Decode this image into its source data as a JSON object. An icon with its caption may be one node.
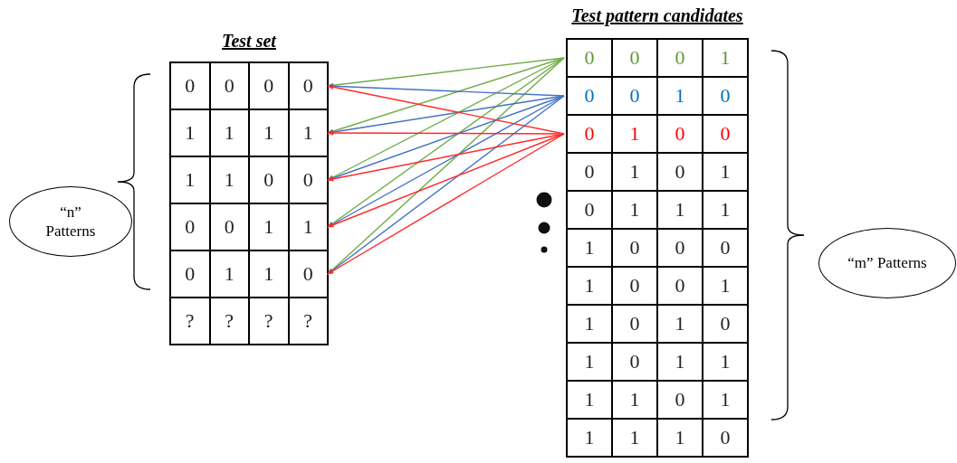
{
  "diagram": {
    "nodes": [
      {
        "text": [
          "Test set"
        ]
      },
      {
        "text": [
          "0",
          "0",
          "0",
          "0"
        ],
        "in": 0
      },
      {
        "text": [
          "1",
          "1",
          "1",
          "1"
        ],
        "in": 0
      },
      {
        "text": [
          "1",
          "1",
          "0",
          "0"
        ],
        "in": 0
      },
      {
        "text": [
          "0",
          "0",
          "1",
          "1"
        ],
        "in": 0
      },
      {
        "text": [
          "0",
          "1",
          "1",
          "0"
        ],
        "in": 0
      },
      {
        "text": [
          "?",
          "?",
          "?",
          "?"
        ],
        "in": 0
      },
      {
        "text": [
          "Test pattern candidates"
        ]
      },
      {
        "text": [
          "0",
          "0",
          "0",
          "1"
        ],
        "in": 7
      },
      {
        "text": [
          "0",
          "0",
          "1",
          "0"
        ],
        "in": 7
      },
      {
        "text": [
          "0",
          "1",
          "0",
          "0"
        ],
        "in": 7
      },
      {
        "text": [
          "0",
          "1",
          "0",
          "1"
        ],
        "in": 7
      },
      {
        "text": [
          "0",
          "1",
          "1",
          "1"
        ],
        "in": 7
      },
      {
        "text": [
          "1",
          "0",
          "0",
          "0"
        ],
        "in": 7
      },
      {
        "text": [
          "1",
          "0",
          "0",
          "1"
        ],
        "in": 7
      },
      {
        "text": [
          "1",
          "0",
          "1",
          "0"
        ],
        "in": 7
      },
      {
        "text": [
          "1",
          "0",
          "1",
          "1"
        ],
        "in": 7
      },
      {
        "text": [
          "1",
          "1",
          "0",
          "1"
        ],
        "in": 7
      },
      {
        "text": [
          "1",
          "1",
          "1",
          "0"
        ],
        "in": 7
      },
      {
        "text": [
          "“n” Patterns"
        ]
      },
      {
        "text": [
          "“m” Patterns"
        ]
      }
    ],
    "edges": [
      {
        "from": 8,
        "to": 1,
        "arrow": "to",
        "color": "#70ad47"
      },
      {
        "from": 8,
        "to": 2,
        "arrow": "to",
        "color": "#70ad47"
      },
      {
        "from": 8,
        "to": 3,
        "arrow": "to",
        "color": "#70ad47"
      },
      {
        "from": 8,
        "to": 4,
        "arrow": "to",
        "color": "#70ad47"
      },
      {
        "from": 8,
        "to": 5,
        "arrow": "to",
        "color": "#70ad47"
      },
      {
        "from": 9,
        "to": 1,
        "arrow": "to",
        "color": "#4472c4"
      },
      {
        "from": 9,
        "to": 2,
        "arrow": "to",
        "color": "#4472c4"
      },
      {
        "from": 9,
        "to": 3,
        "arrow": "to",
        "color": "#4472c4"
      },
      {
        "from": 9,
        "to": 4,
        "arrow": "to",
        "color": "#4472c4"
      },
      {
        "from": 9,
        "to": 5,
        "arrow": "to",
        "color": "#4472c4"
      },
      {
        "from": 10,
        "to": 1,
        "arrow": "to",
        "color": "#ff2a2a"
      },
      {
        "from": 10,
        "to": 2,
        "arrow": "to",
        "color": "#ff2a2a"
      },
      {
        "from": 10,
        "to": 3,
        "arrow": "to",
        "color": "#ff2a2a"
      },
      {
        "from": 10,
        "to": 4,
        "arrow": "to",
        "color": "#ff2a2a"
      },
      {
        "from": 10,
        "to": 5,
        "arrow": "to",
        "color": "#ff2a2a"
      }
    ]
  }
}
